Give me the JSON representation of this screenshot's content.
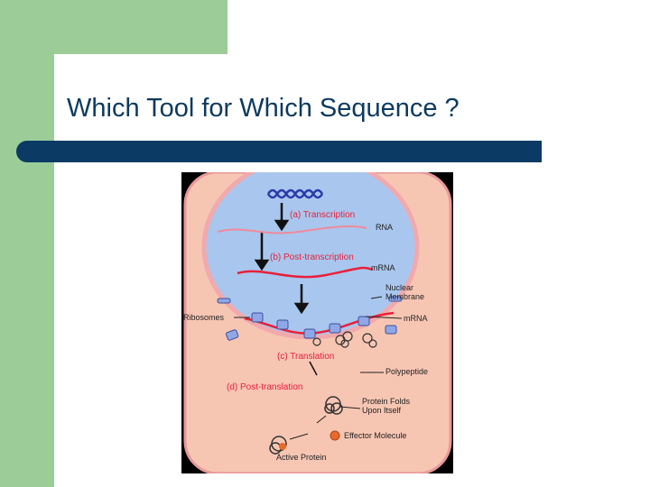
{
  "slide": {
    "title": "Which Tool for Which Sequence ?",
    "colors": {
      "sidebar": "#9ccc98",
      "title_text": "#0d3a5e",
      "title_bar": "#0b3a64"
    }
  },
  "diagram": {
    "labels": {
      "transcription": "(a) Transcription",
      "rna": "RNA",
      "post_transcription": "(b) Post-transcription",
      "mrna_top": "mRNA",
      "nuclear": "Nuclear",
      "membrane": "Membrane",
      "ribosomes": "Ribosomes",
      "mrna_cyto": "mRNA",
      "translation": "(c) Translation",
      "polypeptide": "Polypeptide",
      "post_translation": "(d) Post-translation",
      "protein_folds": "Protein Folds",
      "upon_itself": "Upon Itself",
      "effector": "Effector Molecule",
      "active_protein": "Active Protein"
    },
    "colors": {
      "cytoplasm": "#f7c6b3",
      "cell_border": "#e8989a",
      "nucleus": "#a9c6ee",
      "nucleus_border": "#f1a9ad",
      "stage_label": "#e8203a",
      "dna": "#2b3aa8",
      "rna_strand": "#e8203a",
      "background": "#000000"
    }
  }
}
